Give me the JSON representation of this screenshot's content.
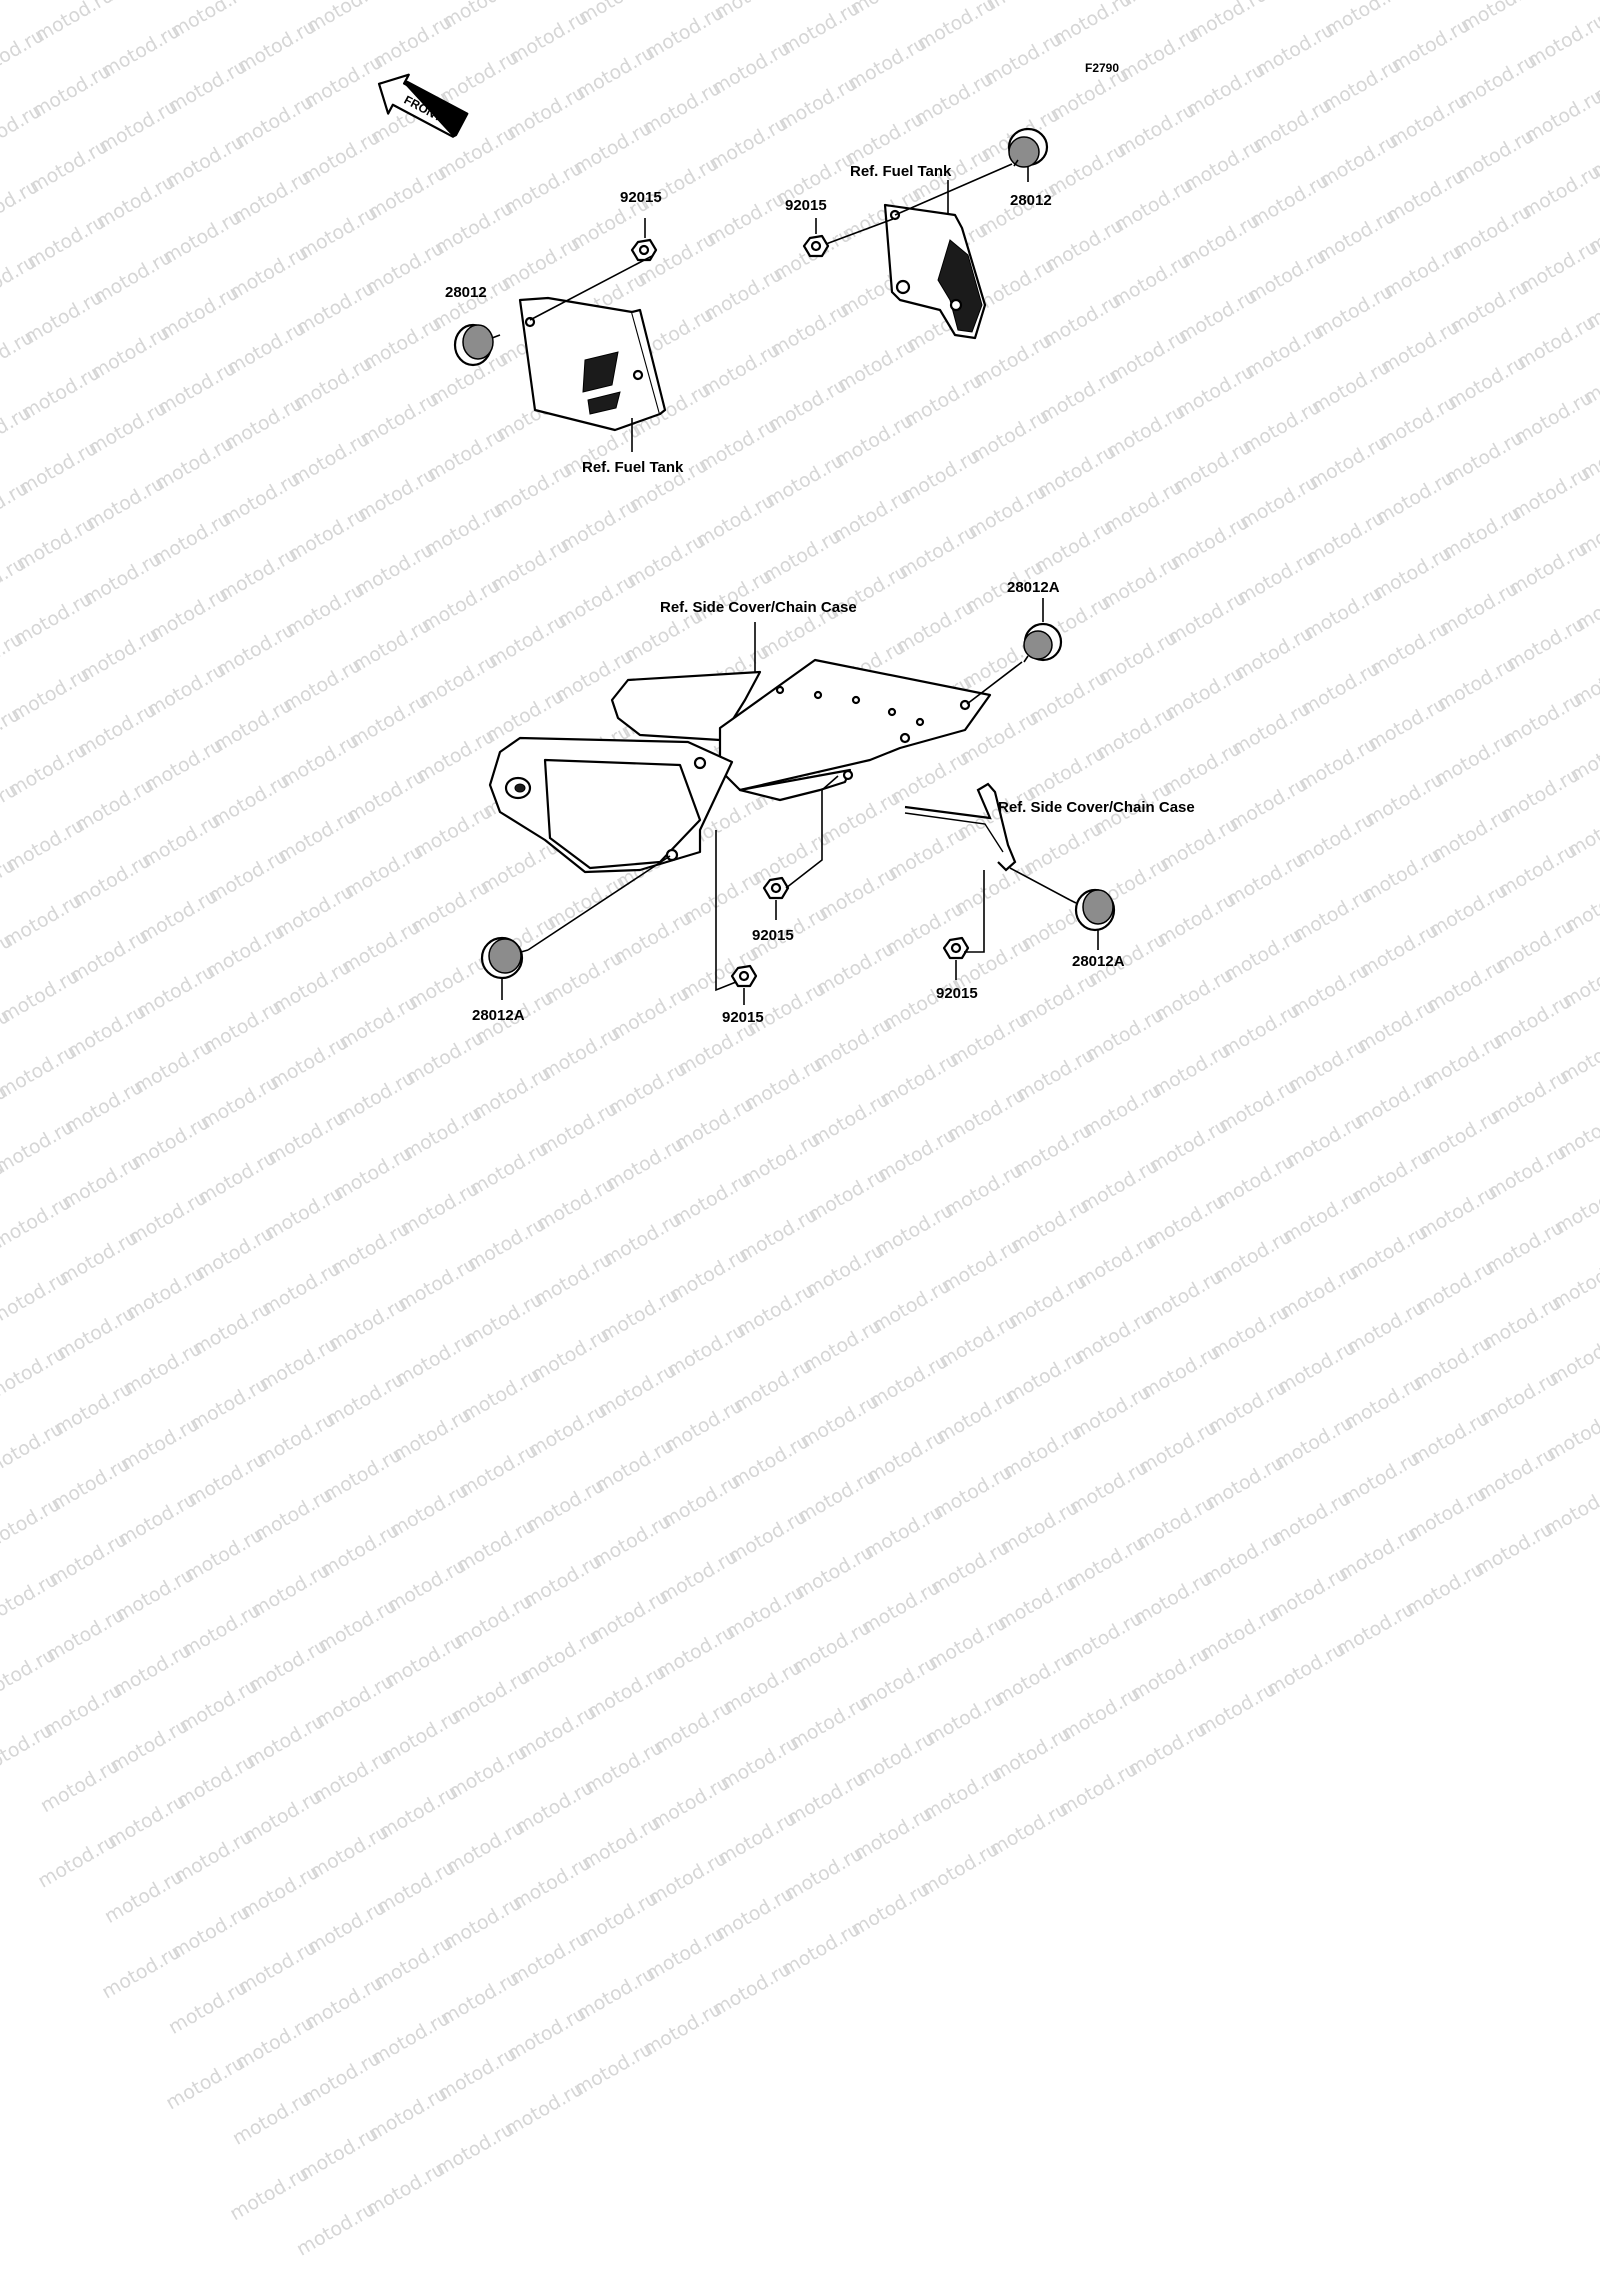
{
  "figure_id": "F2790",
  "watermark": "motod.ru",
  "direction_arrow": "FRONT",
  "callouts": {
    "upper_left_nut": "92015",
    "upper_left_grommet": "28012",
    "upper_left_ref": "Ref. Fuel Tank",
    "upper_right_nut": "92015",
    "upper_right_grommet": "28012",
    "upper_right_ref": "Ref. Fuel Tank",
    "lower_ref_cover": "Ref. Side Cover/Chain Case",
    "lower_top_grommet": "28012A",
    "lower_mid_nut": "92015",
    "lower_left_grommet": "28012A",
    "lower_bottom_nut": "92015",
    "lower_ref_bracket": "Ref. Side Cover/Chain Case",
    "lower_right_grommet": "28012A",
    "lower_right_nut": "92015"
  }
}
